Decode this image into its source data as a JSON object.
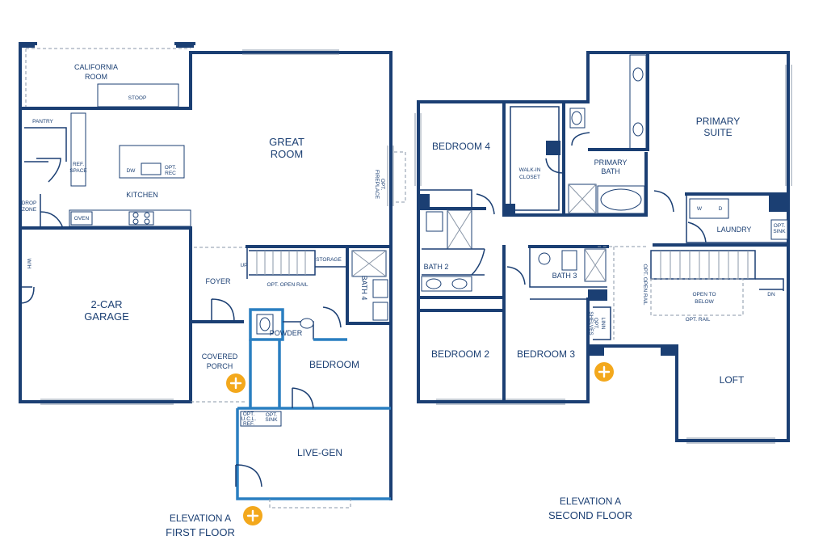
{
  "first_floor": {
    "rooms": {
      "california_room": [
        "CALIFORNIA",
        "ROOM"
      ],
      "stoop": "STOOP",
      "pantry": "PANTRY",
      "ref_space": [
        "REF.",
        "SPACE"
      ],
      "dw": "DW",
      "opt_rec": [
        "OPT.",
        "REC"
      ],
      "kitchen": "KITCHEN",
      "drop_zone": [
        "DROP",
        "ZONE"
      ],
      "oven": "OVEN",
      "great_room": [
        "GREAT",
        "ROOM"
      ],
      "opt_fireplace": [
        "OPT.",
        "FIREPLACE"
      ],
      "wh": "W/H",
      "garage": [
        "2-CAR",
        "GARAGE"
      ],
      "foyer": "FOYER",
      "up": "UP",
      "storage": "STORAGE",
      "opt_open_rail": "OPT. OPEN RAIL",
      "bath4": "BATH 4",
      "powder": "POWDER",
      "covered_porch": [
        "COVERED",
        "PORCH"
      ],
      "bedroom": "BEDROOM",
      "opt_ucl_ref": [
        "OPT.",
        "U.C.L.",
        "REF."
      ],
      "opt_sink": [
        "OPT.",
        "SINK"
      ],
      "live_gen": "LIVE-GEN"
    },
    "caption": [
      "ELEVATION A",
      "FIRST FLOOR"
    ]
  },
  "second_floor": {
    "rooms": {
      "bedroom4": "BEDROOM 4",
      "walk_in_closet": [
        "WALK-IN",
        "CLOSET"
      ],
      "primary_bath": [
        "PRIMARY",
        "BATH"
      ],
      "primary_suite": [
        "PRIMARY",
        "SUITE"
      ],
      "bath2": "BATH 2",
      "bath3": "BATH 3",
      "laundry": "LAUNDRY",
      "w": "W",
      "d": "D",
      "opt_sink": [
        "OPT.",
        "SINK"
      ],
      "opt_open_rail_v": "OPT. OPEN RAIL",
      "open_to_below": [
        "OPEN TO",
        "BELOW"
      ],
      "opt_rail": "OPT. RAIL",
      "dn": "DN",
      "bedroom2": "BEDROOM 2",
      "bedroom3": "BEDROOM 3",
      "lin": [
        "LIN",
        "N"
      ],
      "opt_shelves": [
        "OPT.",
        "SHELVES"
      ],
      "loft": "LOFT"
    },
    "caption": [
      "ELEVATION A",
      "SECOND FLOOR"
    ]
  },
  "colors": {
    "wall": "#1b3f73",
    "accent_wall": "#2a7fc1",
    "plus": "#f3a81c"
  },
  "icons": [
    "plus-icon"
  ]
}
